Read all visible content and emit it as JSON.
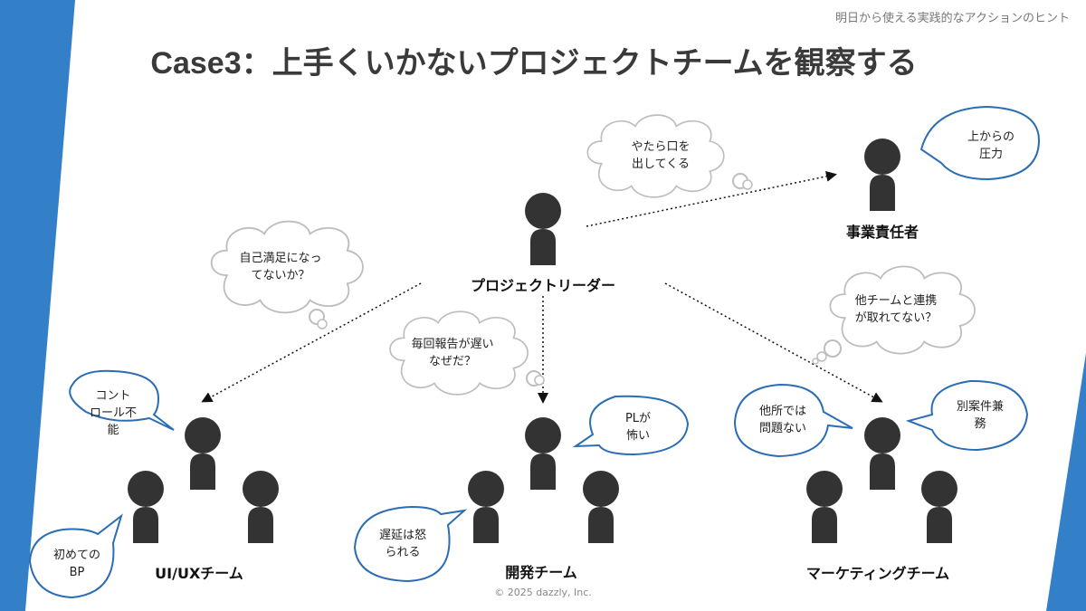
{
  "header": {
    "note": "明日から使える実践的なアクションのヒント",
    "title": "Case3：上手くいかないプロジェクトチームを観察する"
  },
  "colors": {
    "accent": "#3380c8",
    "person": "#333333",
    "speech_border": "#2a6db5",
    "thought_border": "#bdbdbd"
  },
  "people": {
    "leader": {
      "label": "プロジェクトリーダー"
    },
    "executive": {
      "label": "事業責任者"
    },
    "uiux": {
      "label": "UI/UXチーム"
    },
    "dev": {
      "label": "開発チーム"
    },
    "marketing": {
      "label": "マーケティングチーム"
    }
  },
  "thoughts": {
    "leader_to_exec": "やたら口を\n出してくる",
    "leader_to_uiux": "自己満足になっ\nてないか？",
    "leader_to_dev": "毎回報告が遅い\nなぜだ？",
    "leader_to_marketing": "他チームと連携\nが取れてない？"
  },
  "speech": {
    "executive": "上からの\n圧力",
    "uiux_top": "コント\nロール不\n能",
    "uiux_left": "初めての\nBP",
    "dev_top": "PLが\n怖い",
    "dev_left": "遅延は怒\nられる",
    "marketing_left": "他所では\n問題ない",
    "marketing_right": "別案件兼\n務"
  },
  "footer": {
    "copyright": "© 2025 dazzly, Inc."
  }
}
